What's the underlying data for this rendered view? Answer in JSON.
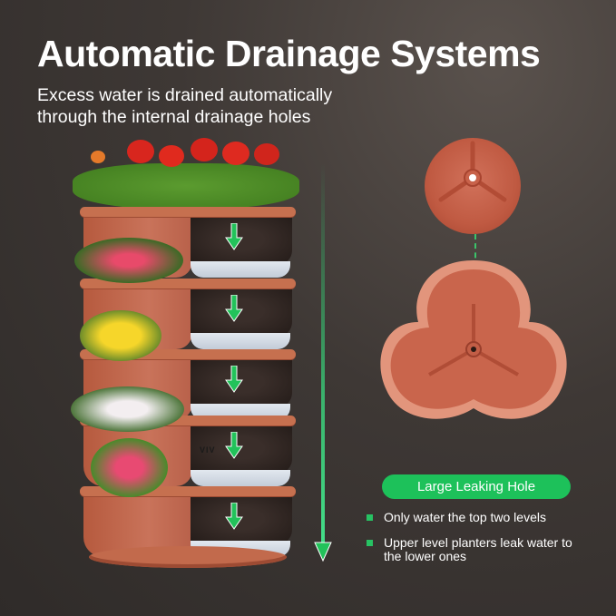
{
  "header": {
    "title": "Automatic Drainage Systems",
    "subtitle_line1": "Excess water is drained automatically",
    "subtitle_line2": "through the internal drainage holes"
  },
  "tower": {
    "tiers": 5,
    "brand_mark": "VIV",
    "flowers": [
      "red chrysanthemums",
      "pink flowers",
      "yellow flowers",
      "white flowers",
      "pink geraniums"
    ]
  },
  "detail": {
    "badge_label": "Large Leaking Hole",
    "bullets": [
      "Only water the top two levels",
      "Upper level planters leak water to the lower ones"
    ]
  },
  "colors": {
    "accent_green": "#1dc15a",
    "terracotta": "#c6704f",
    "background": "#3e3835"
  }
}
